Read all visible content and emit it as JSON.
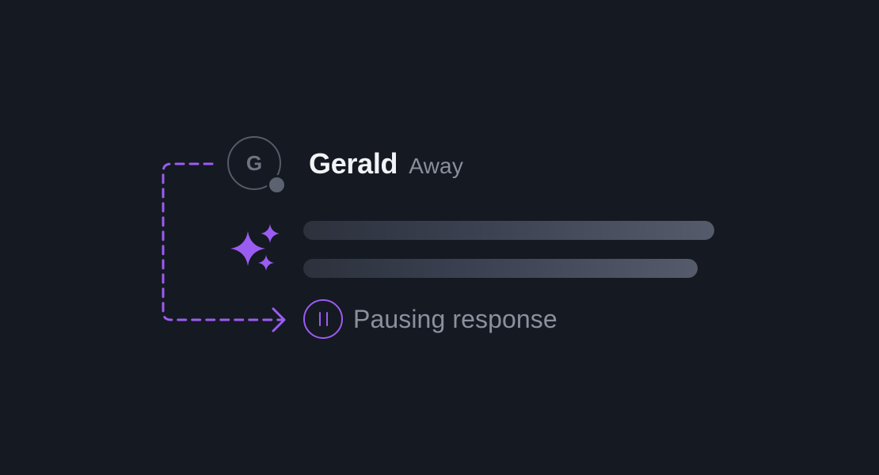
{
  "user": {
    "initial": "G",
    "name": "Gerald",
    "status": "Away"
  },
  "response": {
    "state_label": "Pausing response"
  },
  "icons": {
    "avatar": "letter-avatar",
    "presence": "presence-dot-icon",
    "assistant": "sparkle-icon",
    "pause": "pause-icon",
    "connector": "dashed-arrow-icon"
  },
  "colors": {
    "background": "#151922",
    "accent": "#9b5cf2",
    "muted_text": "#8a8f9c",
    "name_text": "#f2f3f6",
    "presence_dot": "#5d6270",
    "avatar_border": "#555b68"
  }
}
